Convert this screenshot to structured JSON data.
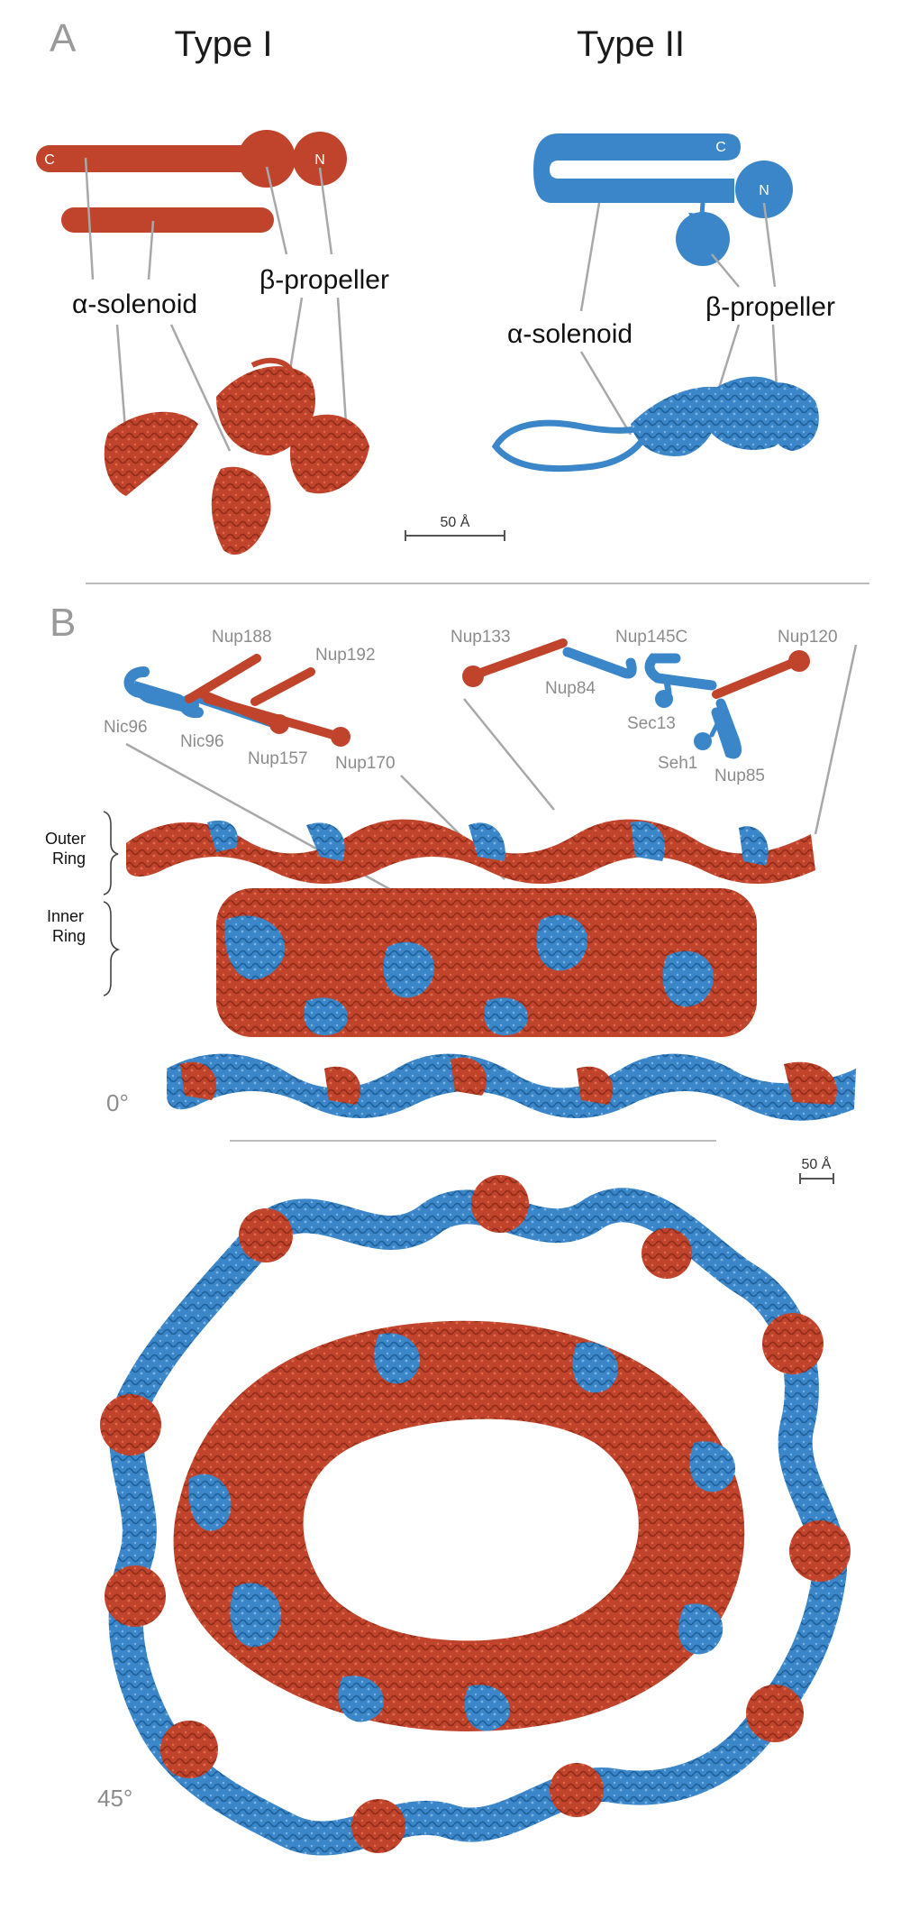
{
  "panel_a": {
    "letter": "A",
    "type1": {
      "title": "Type I",
      "c_label": "C",
      "n_label": "N",
      "solenoid_label": "α-solenoid",
      "propeller_label": "β-propeller",
      "color": "#c0432b"
    },
    "type2": {
      "title": "Type II",
      "c_label": "C",
      "n_label": "N",
      "solenoid_label": "α-solenoid",
      "propeller_label": "β-propeller",
      "color": "#3a86c8"
    },
    "scale_bar": "50 Å"
  },
  "panel_b": {
    "letter": "B",
    "nups": {
      "nup188": "Nup188",
      "nup192": "Nup192",
      "nic96_a": "Nic96",
      "nic96_b": "Nic96",
      "nup157": "Nup157",
      "nup170": "Nup170",
      "nup133": "Nup133",
      "nup84": "Nup84",
      "nup145c": "Nup145C",
      "nup120": "Nup120",
      "sec13": "Sec13",
      "seh1": "Seh1",
      "nup85": "Nup85"
    },
    "ring_labels": {
      "outer_1": "Outer",
      "outer_2": "Ring",
      "inner_1": "Inner",
      "inner_2": "Ring"
    },
    "angle_side": "0°",
    "angle_tilted": "45°",
    "scale_bar": "50 Å"
  },
  "colors": {
    "type1_red": "#c0432b",
    "type2_blue": "#3a86c8",
    "leader_gray": "#a8a8a8",
    "label_gray": "#8c8c8c"
  }
}
